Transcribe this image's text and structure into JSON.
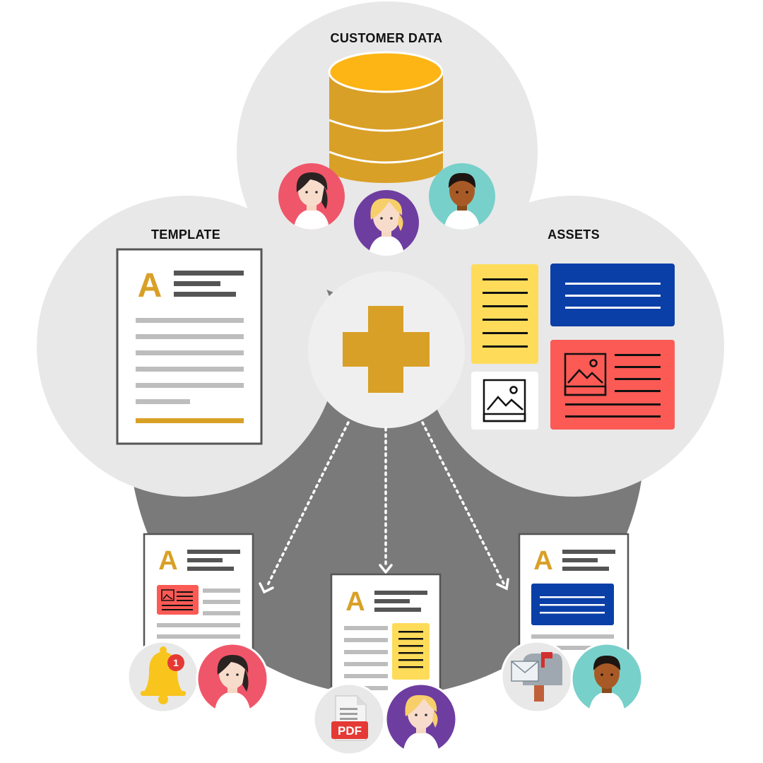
{
  "labels": {
    "customer_data": "CUSTOMER DATA",
    "template": "TEMPLATE",
    "assets": "ASSETS"
  },
  "template_doc": {
    "initial": "A"
  },
  "outputs": {
    "left": {
      "initial": "A",
      "notification_count": "1"
    },
    "center": {
      "initial": "A",
      "format_label": "PDF"
    },
    "right": {
      "initial": "A"
    }
  },
  "icons": {
    "database": "database-icon",
    "plus": "plus-icon",
    "bell": "bell-icon",
    "pdf": "pdf-file-icon",
    "mailbox": "mailbox-icon",
    "image": "image-icon"
  },
  "colors": {
    "bubble": "#e8e8e8",
    "hub": "#7a7a7a",
    "gold": "#d9a027",
    "db_top": "#fdb515",
    "navy": "#0a3fa8",
    "yellow_card": "#fedc5a",
    "red_card": "#fb5a55",
    "pink_avatar": "#f0566a",
    "purple_avatar": "#6e3da0",
    "teal_avatar": "#78d0ca"
  }
}
